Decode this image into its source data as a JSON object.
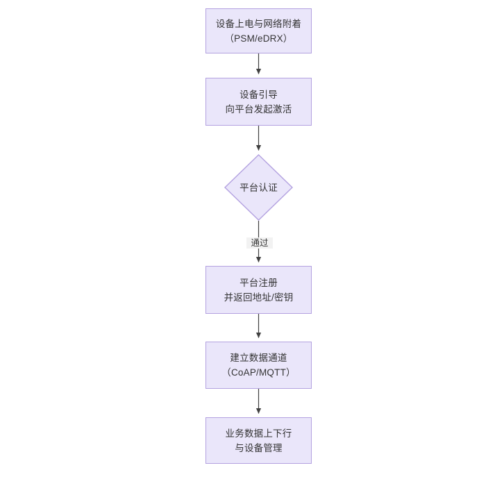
{
  "diagram": {
    "type": "flowchart",
    "orientation": "top-to-bottom",
    "background_color": "#ffffff",
    "node_fill_color": "#eae6fa",
    "node_border_color": "#b3a1e0",
    "node_text_color": "#333333",
    "edge_color": "#404040",
    "edge_label_background": "#f2f2f2"
  },
  "nodes": [
    {
      "id": "power-on",
      "shape": "rectangle",
      "line1": "设备上电与网络附着",
      "line2": "（PSM/eDRX）"
    },
    {
      "id": "bootstrap",
      "shape": "rectangle",
      "line1": "设备引导",
      "line2": "向平台发起激活"
    },
    {
      "id": "platform-auth",
      "shape": "diamond",
      "line1": "平台认证",
      "line2": ""
    },
    {
      "id": "platform-register",
      "shape": "rectangle",
      "line1": "平台注册",
      "line2": "并返回地址/密钥"
    },
    {
      "id": "data-channel",
      "shape": "rectangle",
      "line1": "建立数据通道",
      "line2": "（CoAP/MQTT）"
    },
    {
      "id": "business-data",
      "shape": "rectangle",
      "line1": "业务数据上下行",
      "line2": "与设备管理"
    }
  ],
  "edges": [
    {
      "id": "e1",
      "from": "power-on",
      "to": "bootstrap",
      "label": ""
    },
    {
      "id": "e2",
      "from": "bootstrap",
      "to": "platform-auth",
      "label": ""
    },
    {
      "id": "e3",
      "from": "platform-auth",
      "to": "platform-register",
      "label": "通过"
    },
    {
      "id": "e4",
      "from": "platform-register",
      "to": "data-channel",
      "label": ""
    },
    {
      "id": "e5",
      "from": "data-channel",
      "to": "business-data",
      "label": ""
    }
  ]
}
